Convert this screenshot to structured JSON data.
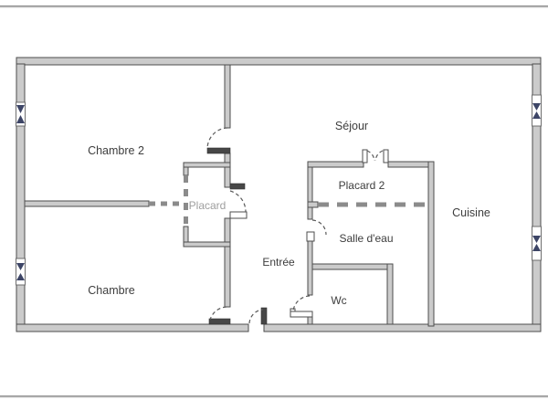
{
  "image": {
    "type": "floor-plan",
    "background": "#ffffff"
  },
  "floorplan": {
    "rooms": {
      "chambre2": {
        "label": "Chambre 2"
      },
      "sejour": {
        "label": "Séjour"
      },
      "cuisine": {
        "label": "Cuisine"
      },
      "chambre": {
        "label": "Chambre"
      },
      "entree": {
        "label": "Entrée"
      },
      "salle_deau": {
        "label": "Salle d'eau"
      },
      "wc": {
        "label": "Wc"
      },
      "placard": {
        "label": "Placard"
      },
      "placard2": {
        "label": "Placard 2"
      }
    },
    "colors": {
      "bg": "#ffffff",
      "wall_fill": "#cbcbcb",
      "wall_stroke": "#4e4e4e",
      "door_stroke": "#5a5a5a",
      "dashed_wall": "#8b8b8b",
      "label_color": "#3d3d3d",
      "label_faded": "#9e9e9e",
      "window_accent": "#3d4566",
      "divider_dark": "#8f8f8f",
      "divider_light": "#e3e3e3"
    }
  }
}
